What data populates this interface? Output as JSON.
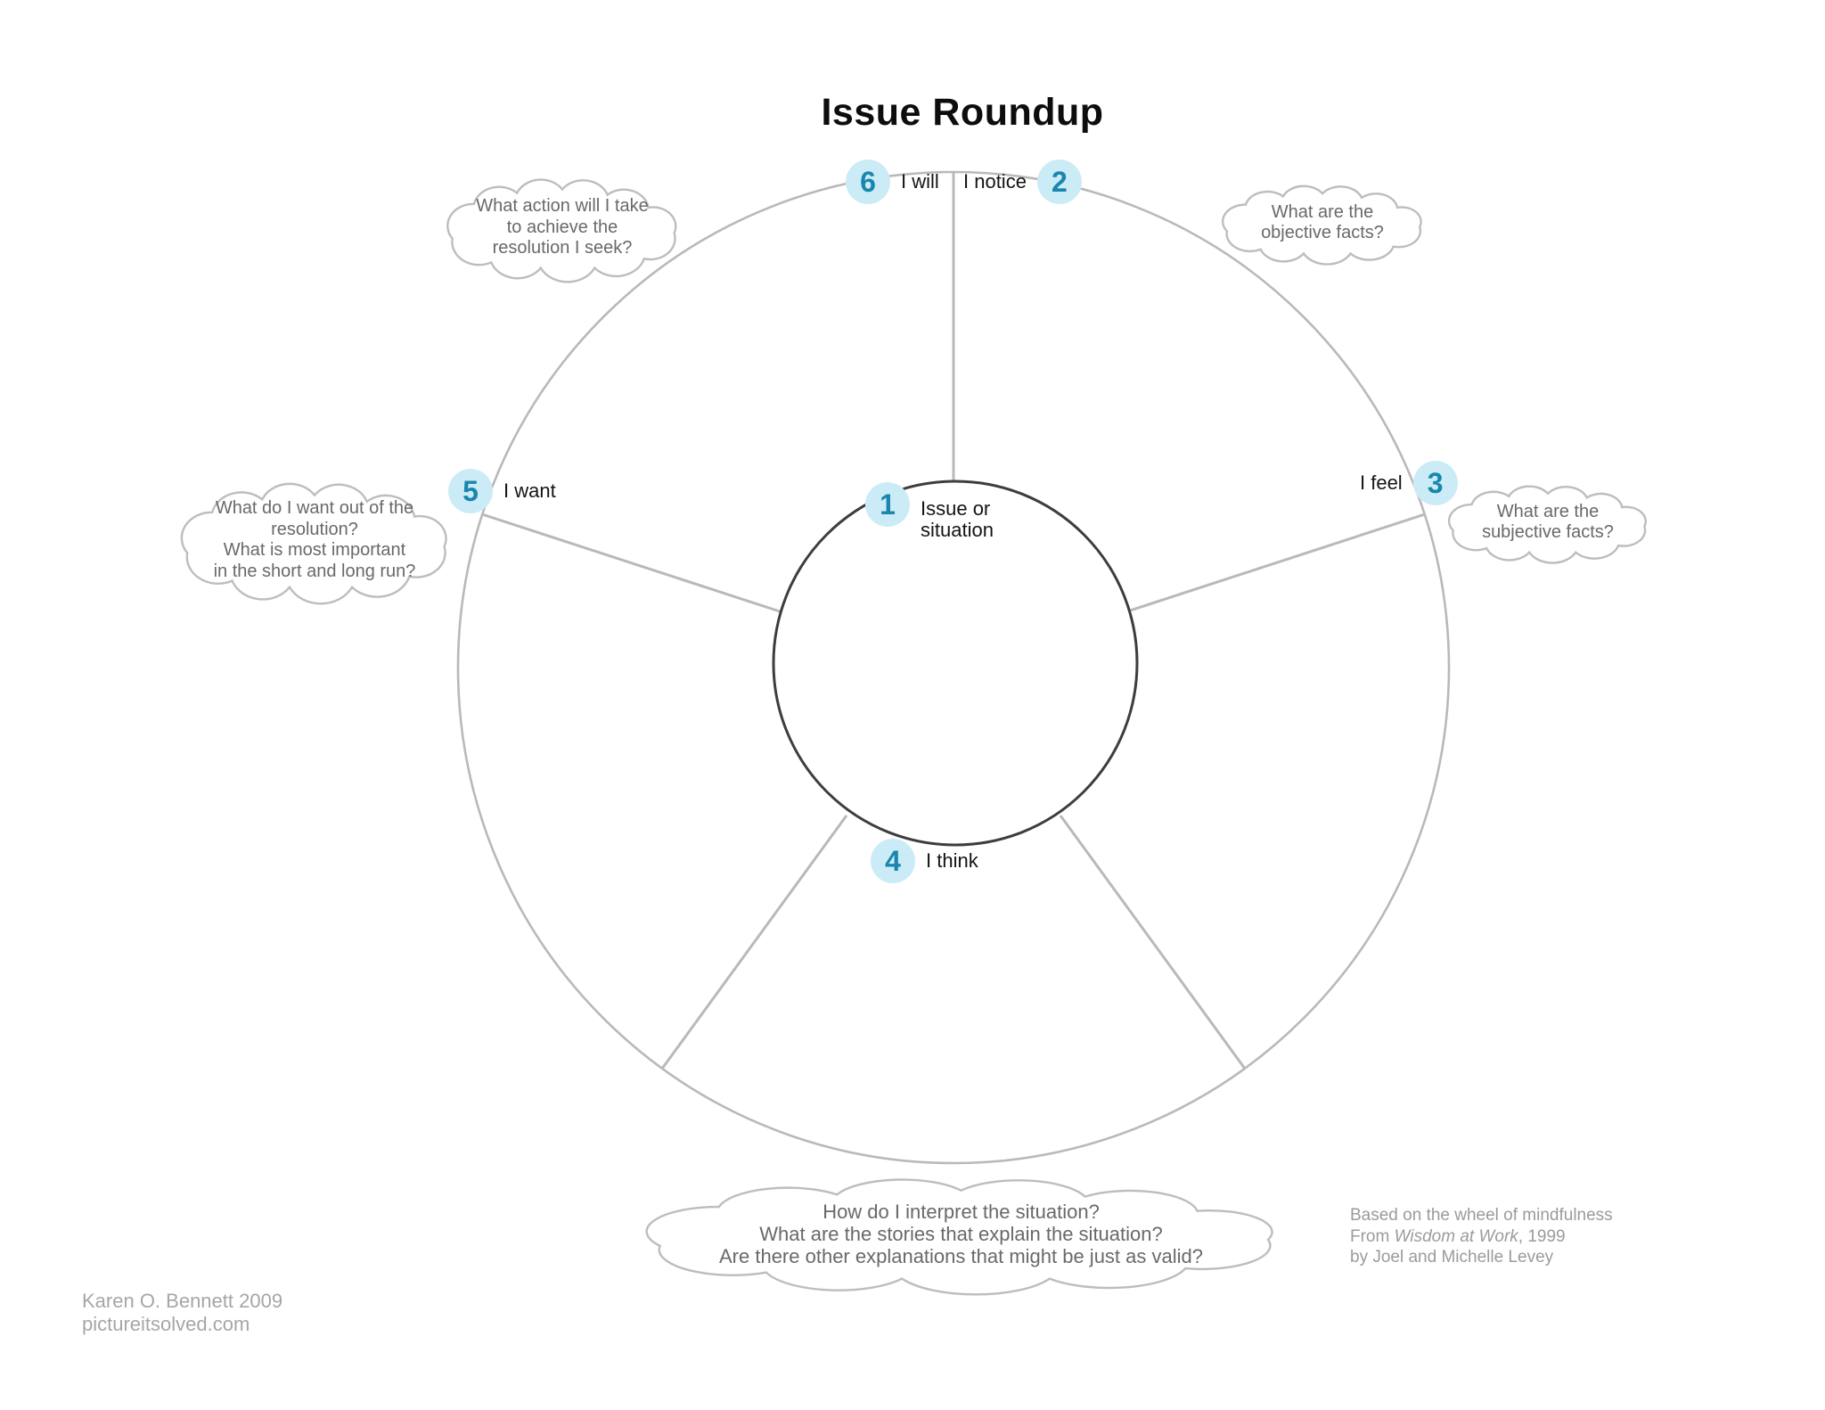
{
  "title": "Issue Roundup",
  "wheel": {
    "hub": {
      "number": "1",
      "line1": "Issue or",
      "line2": "situation"
    },
    "segments": [
      {
        "number": "6",
        "label": "I will"
      },
      {
        "number": "2",
        "label": "I notice"
      },
      {
        "number": "3",
        "label": "I feel"
      },
      {
        "number": "4",
        "label": "I think"
      },
      {
        "number": "5",
        "label": "I want"
      }
    ]
  },
  "clouds": {
    "top_left": {
      "lines": [
        "What action will I take",
        "to achieve the",
        "resolution I seek?"
      ]
    },
    "top_right": {
      "lines": [
        "What are the",
        "objective facts?"
      ]
    },
    "left": {
      "lines": [
        "What do I want out of the",
        "resolution?",
        "What is most important",
        "in the short and long run?"
      ]
    },
    "right": {
      "lines": [
        "What are the",
        "subjective facts?"
      ]
    },
    "bottom": {
      "lines": [
        "How do I interpret the situation?",
        "What are the stories that explain the situation?",
        "Are there other explanations that might be just as valid?"
      ]
    }
  },
  "attribution": {
    "line1": "Based on the wheel of mindfulness",
    "line2_prefix": "From ",
    "line2_book": "Wisdom at Work",
    "line2_suffix": ", 1999",
    "line3": "by Joel and Michelle Levey"
  },
  "credit": {
    "line1": "Karen O. Bennett 2009",
    "line2": "pictureitsolved.com"
  },
  "colors": {
    "badge_background": "#cbecf6",
    "badge_number": "#1987ad",
    "wheel_line": "#b9b9b9",
    "hub_line": "#3d3d3d",
    "cloud_line": "#bdbdbd",
    "cloud_text": "#68696b",
    "attribution_text": "#9b9b9f",
    "credit_text": "#a6a6a6"
  }
}
